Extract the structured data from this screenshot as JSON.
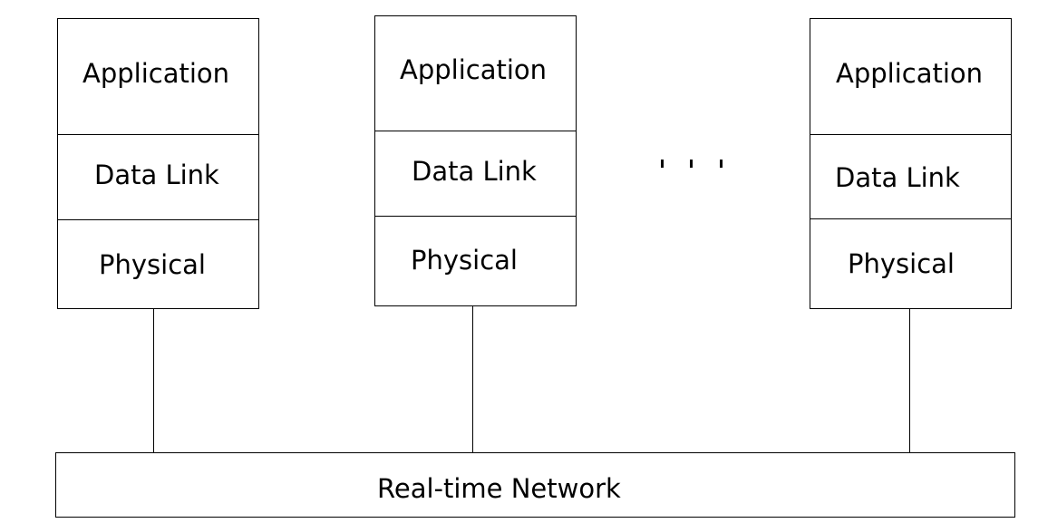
{
  "nodes": [
    {
      "layers": [
        "Application",
        "Data Link",
        "Physical"
      ]
    },
    {
      "layers": [
        "Application",
        "Data Link",
        "Physical"
      ]
    },
    {
      "layers": [
        "Application",
        "Data Link",
        "Physical"
      ]
    }
  ],
  "ellipsis": ". . .",
  "network": {
    "label": "Real-time Network"
  }
}
